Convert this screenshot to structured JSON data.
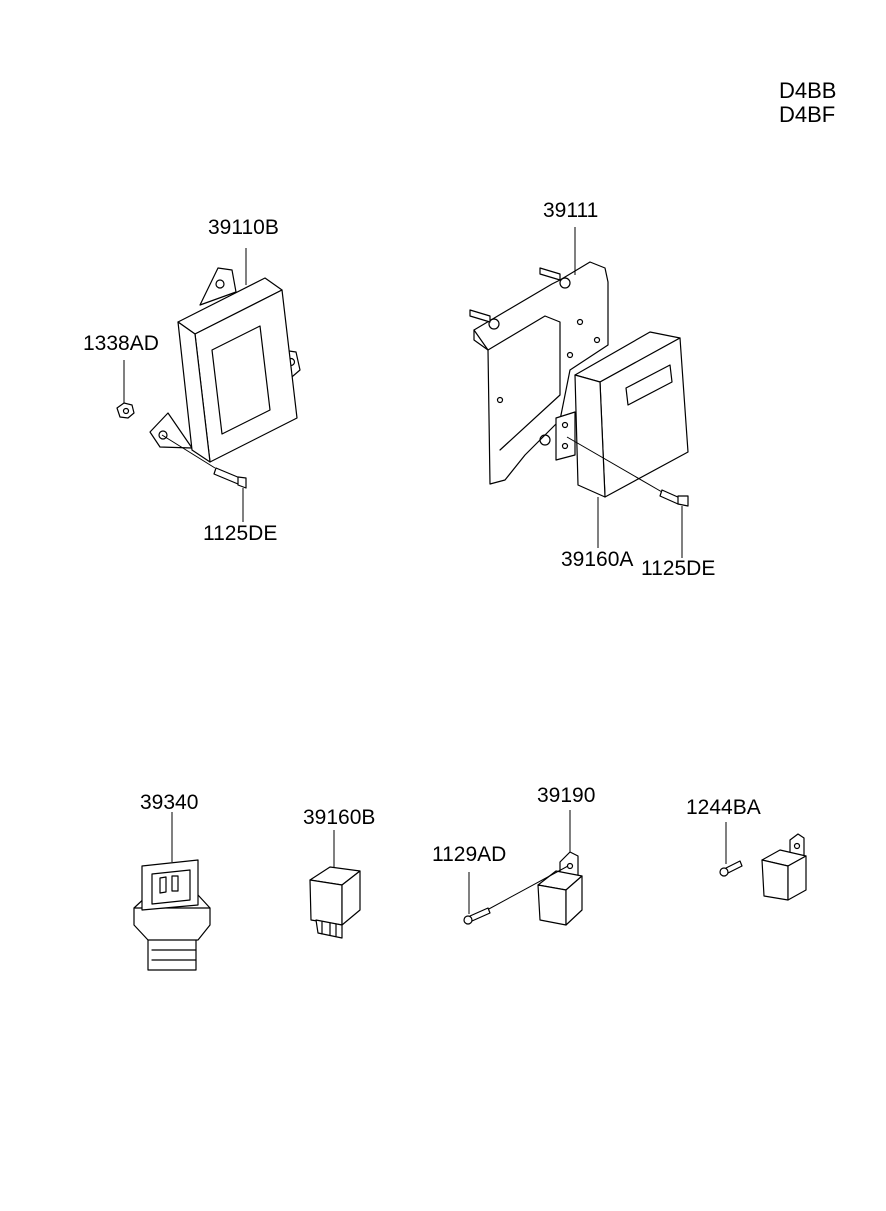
{
  "engine_codes": [
    "D4BB",
    "D4BF"
  ],
  "parts": {
    "ecu_bracket_a": "39110B",
    "nut_1338": "1338AD",
    "bolt_left": "1125DE",
    "bracket_39111": "39111",
    "ecu_39160a": "39160A",
    "bolt_right": "1125DE",
    "sensor_39340": "39340",
    "relay_39160b": "39160B",
    "screw_1129": "1129AD",
    "relay_39190": "39190",
    "screw_1244": "1244BA"
  }
}
